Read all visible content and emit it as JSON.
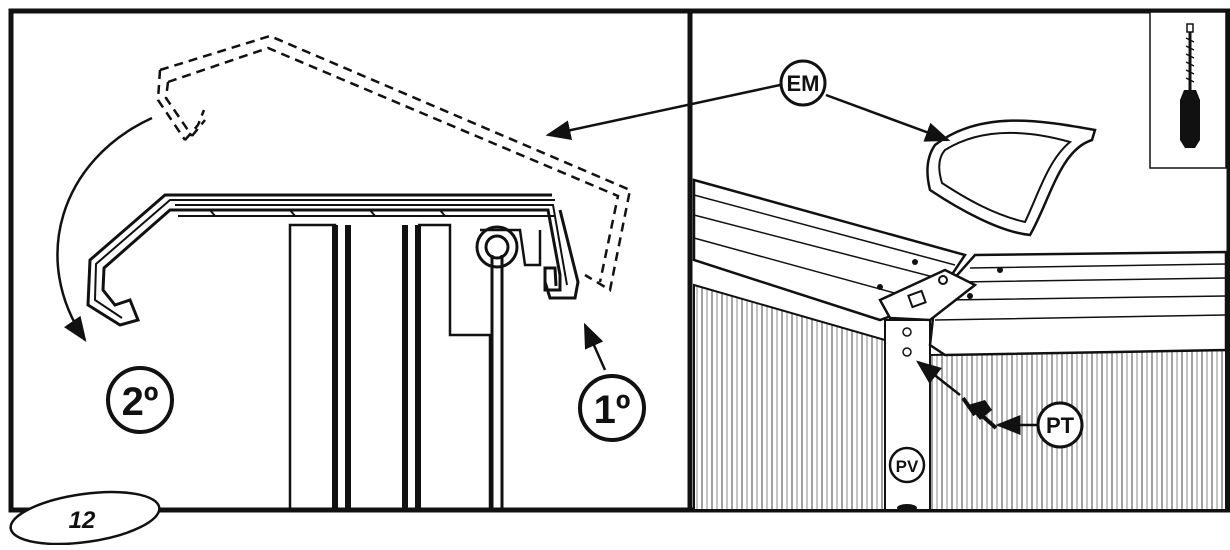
{
  "page": {
    "number": "12"
  },
  "left_panel": {
    "step_first": "1º",
    "step_second": "2º"
  },
  "right_panel": {
    "label_em": "EM",
    "label_pt": "PT",
    "label_pv": "PV",
    "tool_icon": "screwdriver-icon"
  },
  "colors": {
    "ink": "#111111",
    "paper": "#ffffff",
    "shade": "#cfcfcf"
  }
}
